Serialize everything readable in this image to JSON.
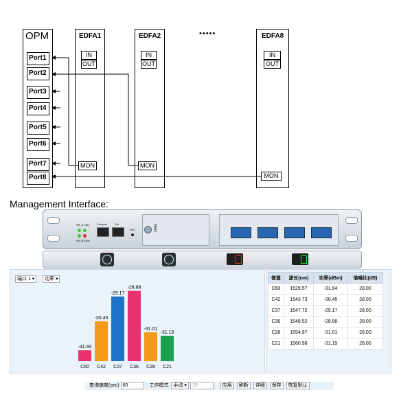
{
  "opm": {
    "title": "OPM",
    "ports": [
      "Port1",
      "Port2",
      "Port3",
      "Port4",
      "Port5",
      "Port6",
      "Port7",
      "Port8"
    ]
  },
  "edfas": [
    {
      "title": "EDFA1",
      "in": "IN",
      "out": "OUT",
      "mon": "MON"
    },
    {
      "title": "EDFA2",
      "in": "IN",
      "out": "OUT",
      "mon": "MON"
    },
    {
      "title": "EDFA8",
      "in": "IN",
      "out": "OUT",
      "mon": "MON"
    }
  ],
  "ellipsis": "•••••",
  "management_label": "Management Interface:",
  "device": {
    "fan_label": "PS_A FAN",
    "err_label": "PS_B ERR",
    "console_label": "Console",
    "eth_label": "Eth",
    "rst_label": "RST",
    "opm_label": "OPM"
  },
  "screen": {
    "port_select": "端口 1 ▾",
    "mode_select": "功率 ▾",
    "table_headers": [
      "信道",
      "波长(nm)",
      "功率(dBm)",
      "信噪比(dB)"
    ],
    "table_rows": [
      [
        "C60",
        "1529.57",
        "-31.94",
        "28.00"
      ],
      [
        "C42",
        "1543.73",
        "-30.45",
        "28.00"
      ],
      [
        "C37",
        "1547.72",
        "-29.17",
        "28.00"
      ],
      [
        "C36",
        "1548.52",
        "-28.88",
        "28.00"
      ],
      [
        "C28",
        "1554.97",
        "-31.01",
        "28.00"
      ],
      [
        "C21",
        "1560.58",
        "-31.19",
        "28.00"
      ]
    ],
    "bottom": {
      "speed_label": "查询速度(sec)",
      "speed_value": "60",
      "mode_label": "工作模式",
      "mode_value": "手动 ▾",
      "count_value": "10",
      "apply": "应用",
      "refresh": "刷新",
      "detail": "详细",
      "save": "保存",
      "restore": "恢复默认"
    }
  },
  "chart_data": {
    "type": "bar",
    "categories": [
      "C60",
      "C42",
      "C37",
      "C36",
      "C28",
      "C21"
    ],
    "values": [
      -31.94,
      -30.45,
      -29.17,
      -28.88,
      -31.01,
      -31.19
    ],
    "colors": [
      "#e8336e",
      "#f39a1d",
      "#1f73c8",
      "#e8336e",
      "#f39a1d",
      "#1aa24e"
    ],
    "baseline": -32.5,
    "ylim": [
      -32.5,
      -28.4
    ]
  }
}
